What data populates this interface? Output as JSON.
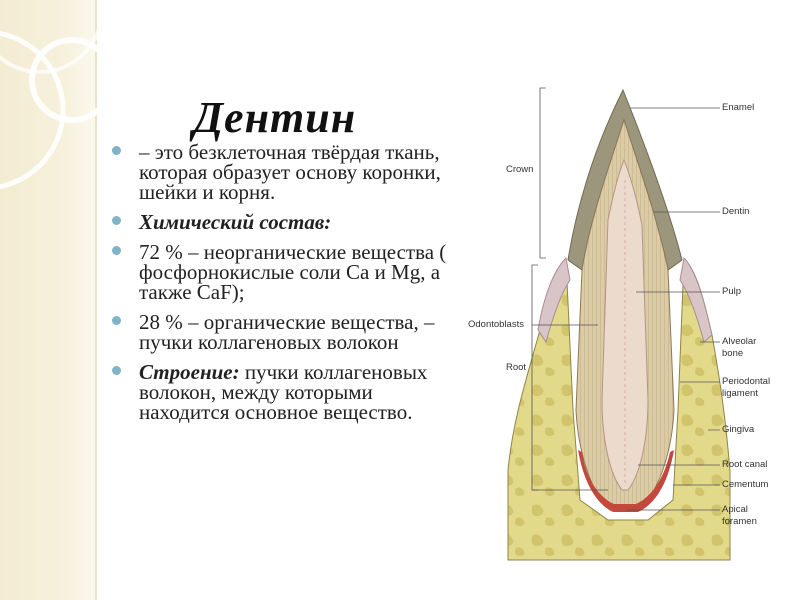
{
  "slide": {
    "title": "Дентин",
    "bullets": [
      {
        "text": "– это безклеточная твёрдая ткань, которая образует основу коронки, шейки и корня."
      },
      {
        "text": "Химический состав:"
      },
      {
        "text": "72 % – неорганические вещества ( фосфорнокислые соли Ca и Mg, а также CaF);"
      },
      {
        "text": "28 % – органические вещества, – пучки коллагеновых волокон"
      },
      {
        "lead": "Строение:",
        "text": " пучки коллагеновых волокон, между которыми находится основное вещество."
      }
    ]
  },
  "figure": {
    "labels_left": {
      "crown": "Crown",
      "odontoblasts": "Odontoblasts",
      "root": "Root"
    },
    "labels_right": {
      "enamel": "Enamel",
      "dentin": "Dentin",
      "pulp": "Pulp",
      "alveolar_bone_1": "Alveolar",
      "alveolar_bone_2": "bone",
      "periodontal_1": "Periodontal",
      "periodontal_2": "ligament",
      "gingiva": "Gingiva",
      "root_canal": "Root canal",
      "cementum": "Cementum",
      "apical_1": "Apical",
      "apical_2": "foramen"
    },
    "colors": {
      "bone": "#e6dc8e",
      "enamel": "#9b9678",
      "dentin": "#d8c9a4",
      "pulp": "#e9d6c8",
      "cementum": "#c24a3c",
      "gingiva": "#c9b1b8"
    }
  }
}
